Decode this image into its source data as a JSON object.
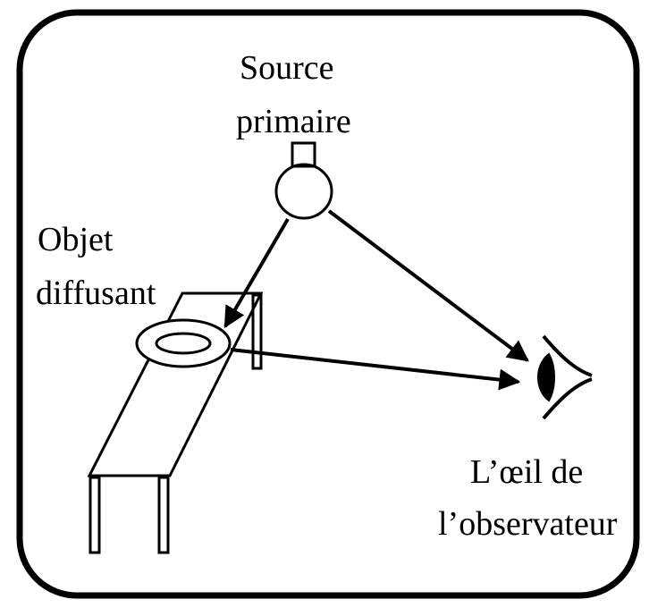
{
  "labels": {
    "source_line1": "Source",
    "source_line2": "primaire",
    "objet_line1": "Objet",
    "objet_line2": "diffusant",
    "oeil_line1": "L’œil de",
    "oeil_line2": "l’observateur"
  },
  "colors": {
    "line": "#000000",
    "background": "#ffffff"
  },
  "icons": {
    "lamp": "light-bulb-icon",
    "eye": "eye-icon"
  }
}
